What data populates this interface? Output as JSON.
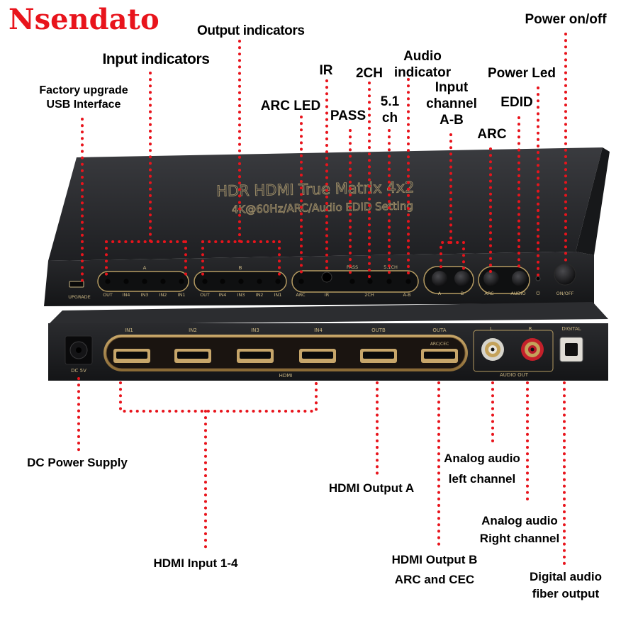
{
  "brand": "Nsendato",
  "labels": {
    "factory_usb": [
      "Factory upgrade",
      "USB Interface"
    ],
    "input_indicators": "Input indicators",
    "output_indicators": "Output indicators",
    "arc_led": "ARC LED",
    "ir": "IR",
    "pass": "PASS",
    "two_ch": "2CH",
    "five_one": [
      "5.1",
      "ch"
    ],
    "audio_indicator": [
      "Audio",
      "indicator"
    ],
    "input_channel": [
      "Input",
      "channel",
      "A-B"
    ],
    "power_led": "Power Led",
    "edid": "EDID",
    "arc": "ARC",
    "power_onoff": "Power on/off",
    "dc_power": "DC Power Supply",
    "hdmi_input": "HDMI Input 1-4",
    "hdmi_output_a": "HDMI Output A",
    "hdmi_output_b": [
      "HDMI Output B",
      "ARC and CEC"
    ],
    "analog_left": [
      "Analog audio",
      "left channel"
    ],
    "analog_right": [
      "Analog audio",
      "Right channel"
    ],
    "digital_audio": [
      "Digital audio",
      "fiber output"
    ]
  },
  "front_panel": {
    "title": "HDR HDMI True Matrix 4x2",
    "subtitle": "4K@60Hz/ARC/Audio EDID Setting",
    "upgrade": "UPGRADE",
    "group_a": "A",
    "group_b": "B",
    "led_labels": [
      "OUT",
      "IN4",
      "IN3",
      "IN2",
      "IN1"
    ],
    "pass": "PASS",
    "five_one": "5.1CH",
    "arc": "ARC",
    "ir": "IR",
    "two_ch": "2CH",
    "a_b": "A-B",
    "btn_a": "A",
    "btn_b": "B",
    "btn_arc": "ARC",
    "btn_audio": "AUDIO",
    "onoff": "ON/OFF"
  },
  "back_panel": {
    "ports": [
      "IN1",
      "IN2",
      "IN3",
      "IN4",
      "OUTB",
      "OUTA"
    ],
    "arc_cec": "ARC/CEC",
    "hdmi": "HDMI",
    "dc": "DC 5V",
    "l": "L",
    "r": "R",
    "digital": "DIGITAL",
    "audio_out": "AUDIO OUT"
  }
}
